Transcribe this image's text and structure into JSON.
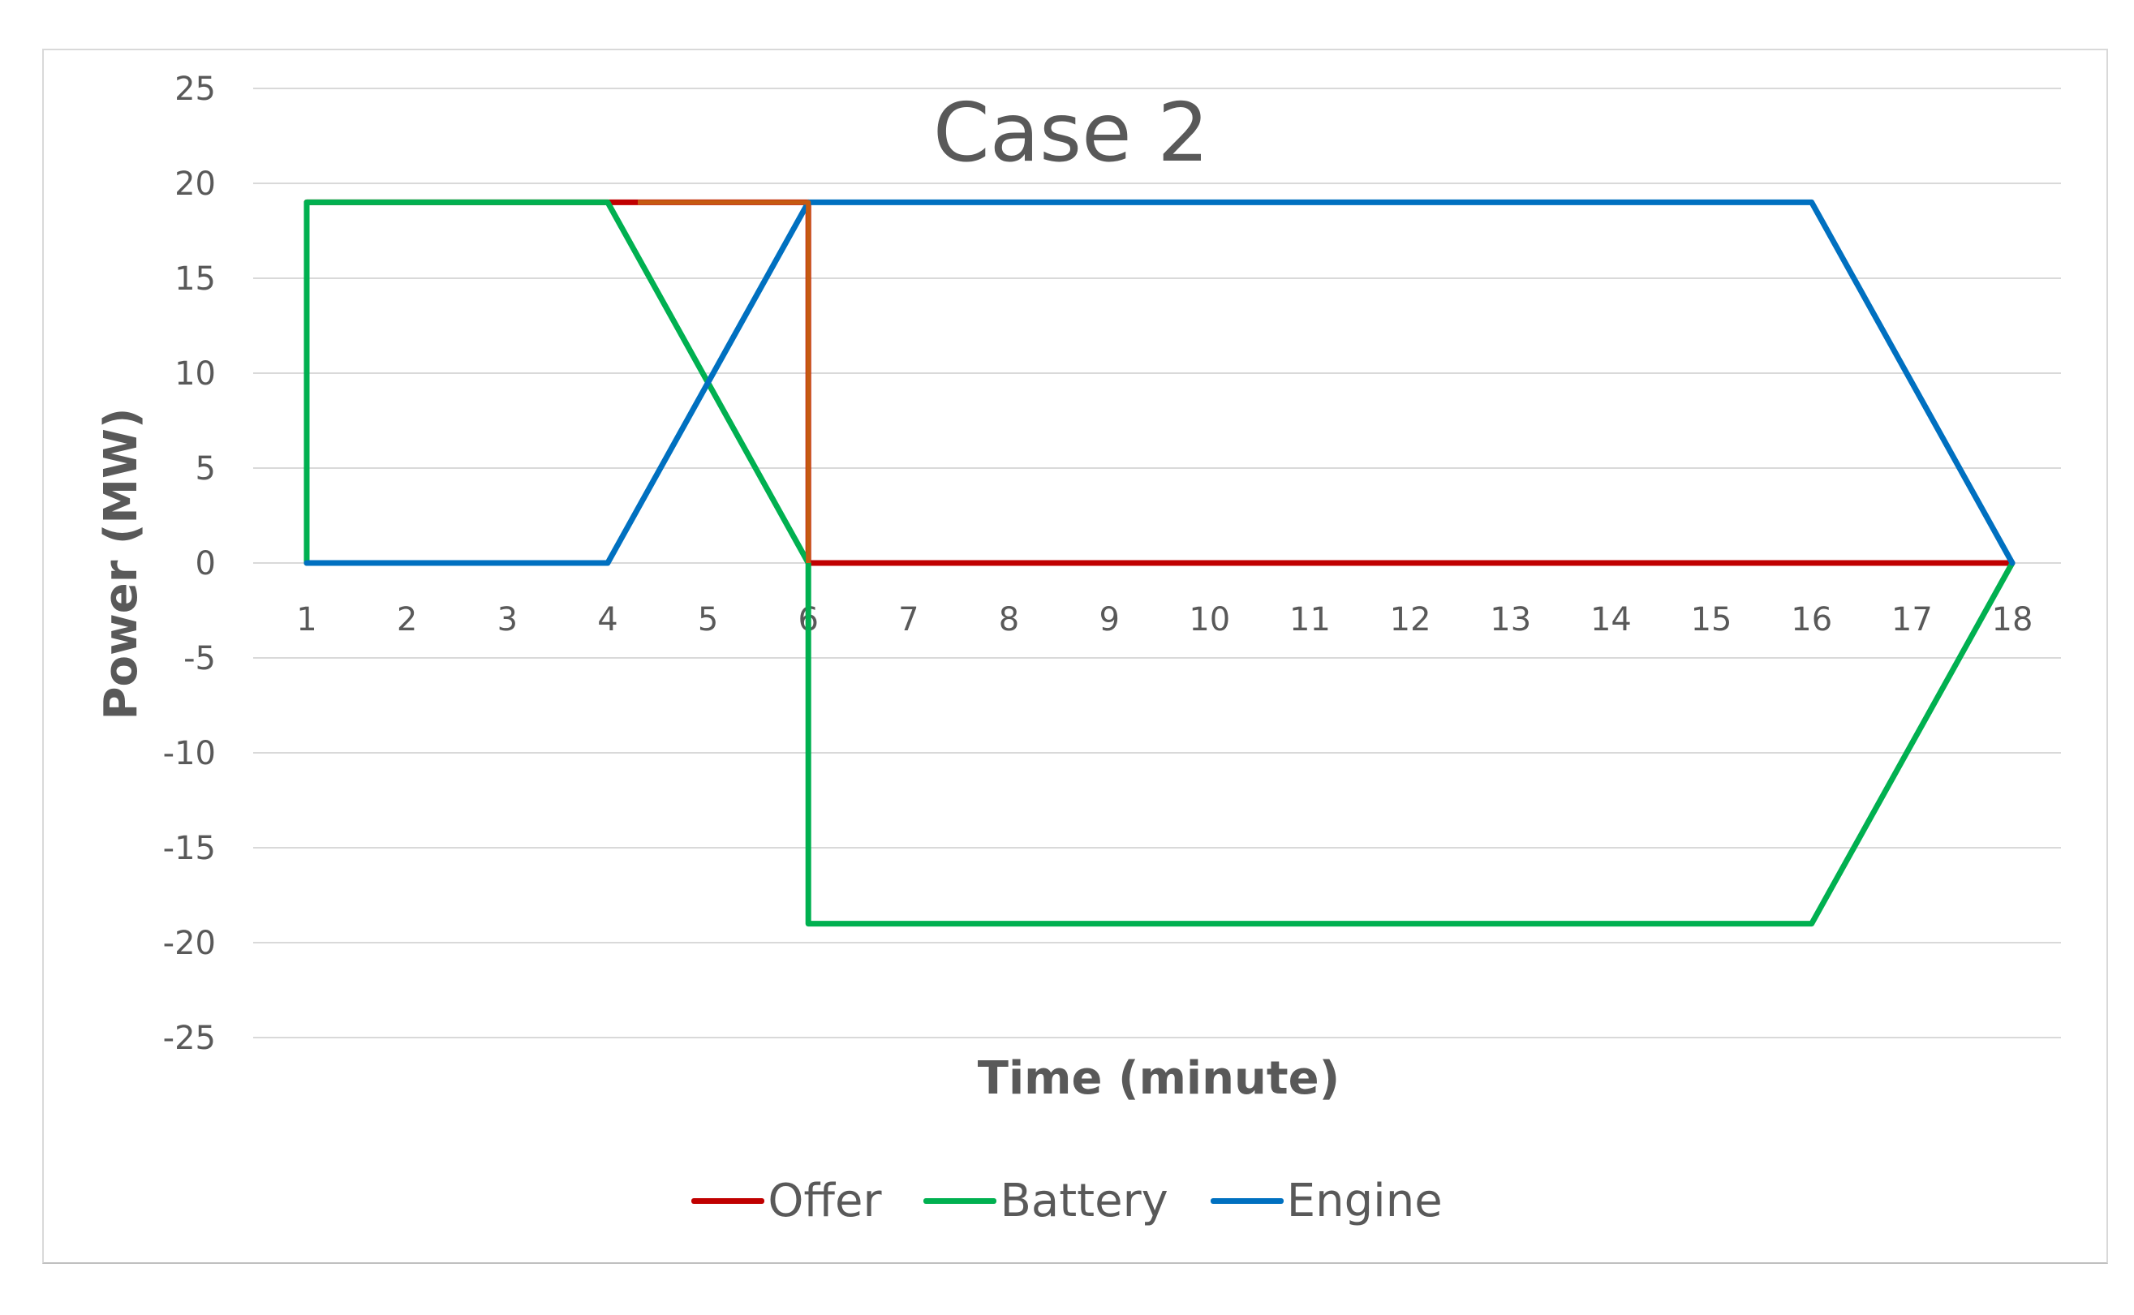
{
  "chart_data": {
    "type": "line",
    "title": "Case 2",
    "xlabel": "Time (minute)",
    "ylabel": "Power (MW)",
    "x_categories": [
      "1",
      "2",
      "3",
      "4",
      "5",
      "6",
      "7",
      "8",
      "9",
      "10",
      "11",
      "12",
      "13",
      "14",
      "15",
      "16",
      "17",
      "18"
    ],
    "y_ticks": [
      25,
      20,
      15,
      10,
      5,
      0,
      -5,
      -10,
      -15,
      -20,
      -25
    ],
    "ylim": [
      -25,
      25
    ],
    "grid": true,
    "legend_position": "bottom",
    "series": [
      {
        "name": "Offer",
        "color": "#c00000",
        "points": [
          [
            1,
            19
          ],
          [
            4,
            19
          ],
          [
            6,
            19
          ],
          [
            6,
            0
          ],
          [
            18,
            0
          ]
        ]
      },
      {
        "name": "Battery",
        "color": "#00b050",
        "points": [
          [
            1,
            0
          ],
          [
            1,
            19
          ],
          [
            4,
            19
          ],
          [
            6,
            0
          ],
          [
            6,
            -19
          ],
          [
            16,
            -19
          ],
          [
            18,
            0
          ]
        ]
      },
      {
        "name": "Engine",
        "color": "#0070c0",
        "points": [
          [
            1,
            0
          ],
          [
            4,
            0
          ],
          [
            6,
            19
          ],
          [
            16,
            19
          ],
          [
            18,
            0
          ]
        ]
      }
    ],
    "extra_segments": [
      {
        "color": "#c55a11",
        "points": [
          [
            4.3,
            19
          ],
          [
            6,
            19
          ],
          [
            6,
            0
          ]
        ]
      }
    ]
  }
}
